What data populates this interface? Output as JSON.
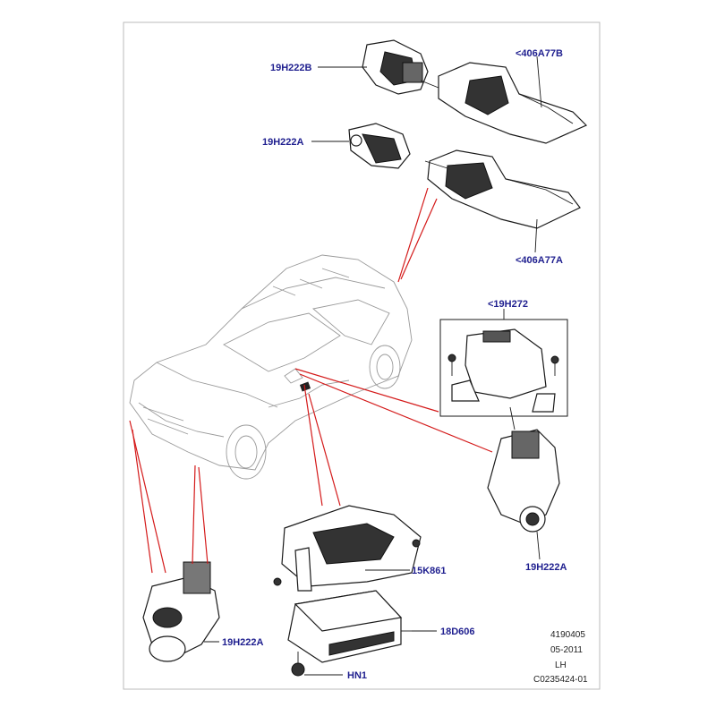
{
  "callouts": {
    "c1": "19H222B",
    "c2": "<406A77B",
    "c3": "19H222A",
    "c4": "<406A77A",
    "c5": "<19H272",
    "c6": "19H222A",
    "c7": "15K861",
    "c8": "18D606",
    "c9": "19H222A",
    "c10": "HN1"
  },
  "footer": {
    "ref": "4190405",
    "date": "05-2011",
    "side": "LH",
    "code": "C0235424-01"
  },
  "colors": {
    "label": "#1f1f8f",
    "leader_red": "#d41a1a"
  }
}
